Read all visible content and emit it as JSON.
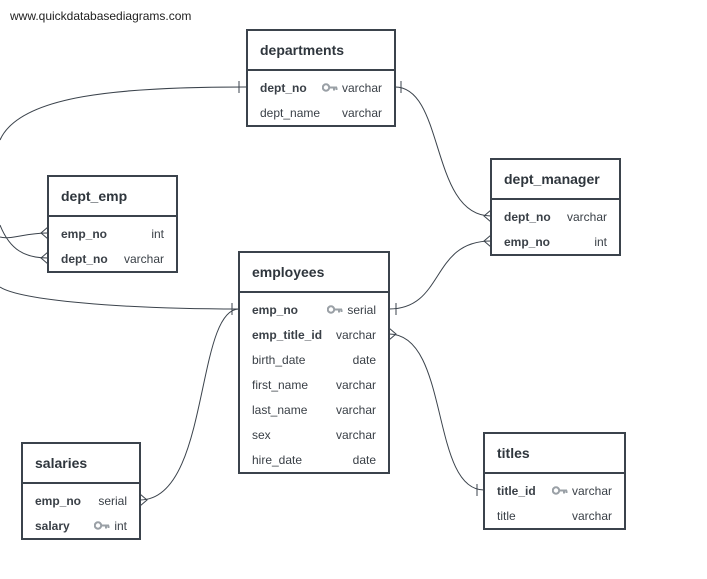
{
  "watermark": "www.quickdatabasediagrams.com",
  "colors": {
    "line": "#3b434c",
    "key": "#9aa0a6",
    "text": "#3a4047"
  },
  "entities": {
    "departments": {
      "title": "departments",
      "fields": [
        {
          "name": "dept_no",
          "type": "varchar",
          "bold": true,
          "key": true
        },
        {
          "name": "dept_name",
          "type": "varchar",
          "bold": false,
          "key": false
        }
      ]
    },
    "dept_emp": {
      "title": "dept_emp",
      "fields": [
        {
          "name": "emp_no",
          "type": "int",
          "bold": true,
          "key": false
        },
        {
          "name": "dept_no",
          "type": "varchar",
          "bold": true,
          "key": false
        }
      ]
    },
    "dept_manager": {
      "title": "dept_manager",
      "fields": [
        {
          "name": "dept_no",
          "type": "varchar",
          "bold": true,
          "key": false
        },
        {
          "name": "emp_no",
          "type": "int",
          "bold": true,
          "key": false
        }
      ]
    },
    "employees": {
      "title": "employees",
      "fields": [
        {
          "name": "emp_no",
          "type": "serial",
          "bold": true,
          "key": true
        },
        {
          "name": "emp_title_id",
          "type": "varchar",
          "bold": true,
          "key": false
        },
        {
          "name": "birth_date",
          "type": "date",
          "bold": false,
          "key": false
        },
        {
          "name": "first_name",
          "type": "varchar",
          "bold": false,
          "key": false
        },
        {
          "name": "last_name",
          "type": "varchar",
          "bold": false,
          "key": false
        },
        {
          "name": "sex",
          "type": "varchar",
          "bold": false,
          "key": false
        },
        {
          "name": "hire_date",
          "type": "date",
          "bold": false,
          "key": false
        }
      ]
    },
    "salaries": {
      "title": "salaries",
      "fields": [
        {
          "name": "emp_no",
          "type": "serial",
          "bold": true,
          "key": false
        },
        {
          "name": "salary",
          "type": "int",
          "bold": true,
          "key": true
        }
      ]
    },
    "titles": {
      "title": "titles",
      "fields": [
        {
          "name": "title_id",
          "type": "varchar",
          "bold": true,
          "key": true
        },
        {
          "name": "title",
          "type": "varchar",
          "bold": false,
          "key": false
        }
      ]
    }
  }
}
